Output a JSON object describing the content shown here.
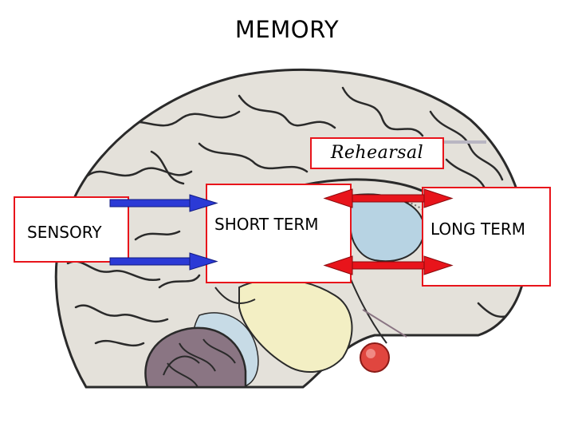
{
  "title": "MEMORY",
  "boxes": {
    "sensory": "SENSORY",
    "short_term": "SHORT TERM",
    "long_term": "LONG TERM",
    "rehearsal": "Rehearsal"
  },
  "colors": {
    "box_border": "#e8141b",
    "sensory_arrows": "#2b3ad6",
    "rehearsal_arrows": "#e8141b",
    "brain_tissue": "#e4e1da",
    "ventricle": "#b7d3e3",
    "cerebellum": "#8a7583",
    "brainstem": "#f3efc4",
    "amygdala": "#e0463f"
  },
  "icons": {
    "brain": "brain-cross-section-icon"
  }
}
